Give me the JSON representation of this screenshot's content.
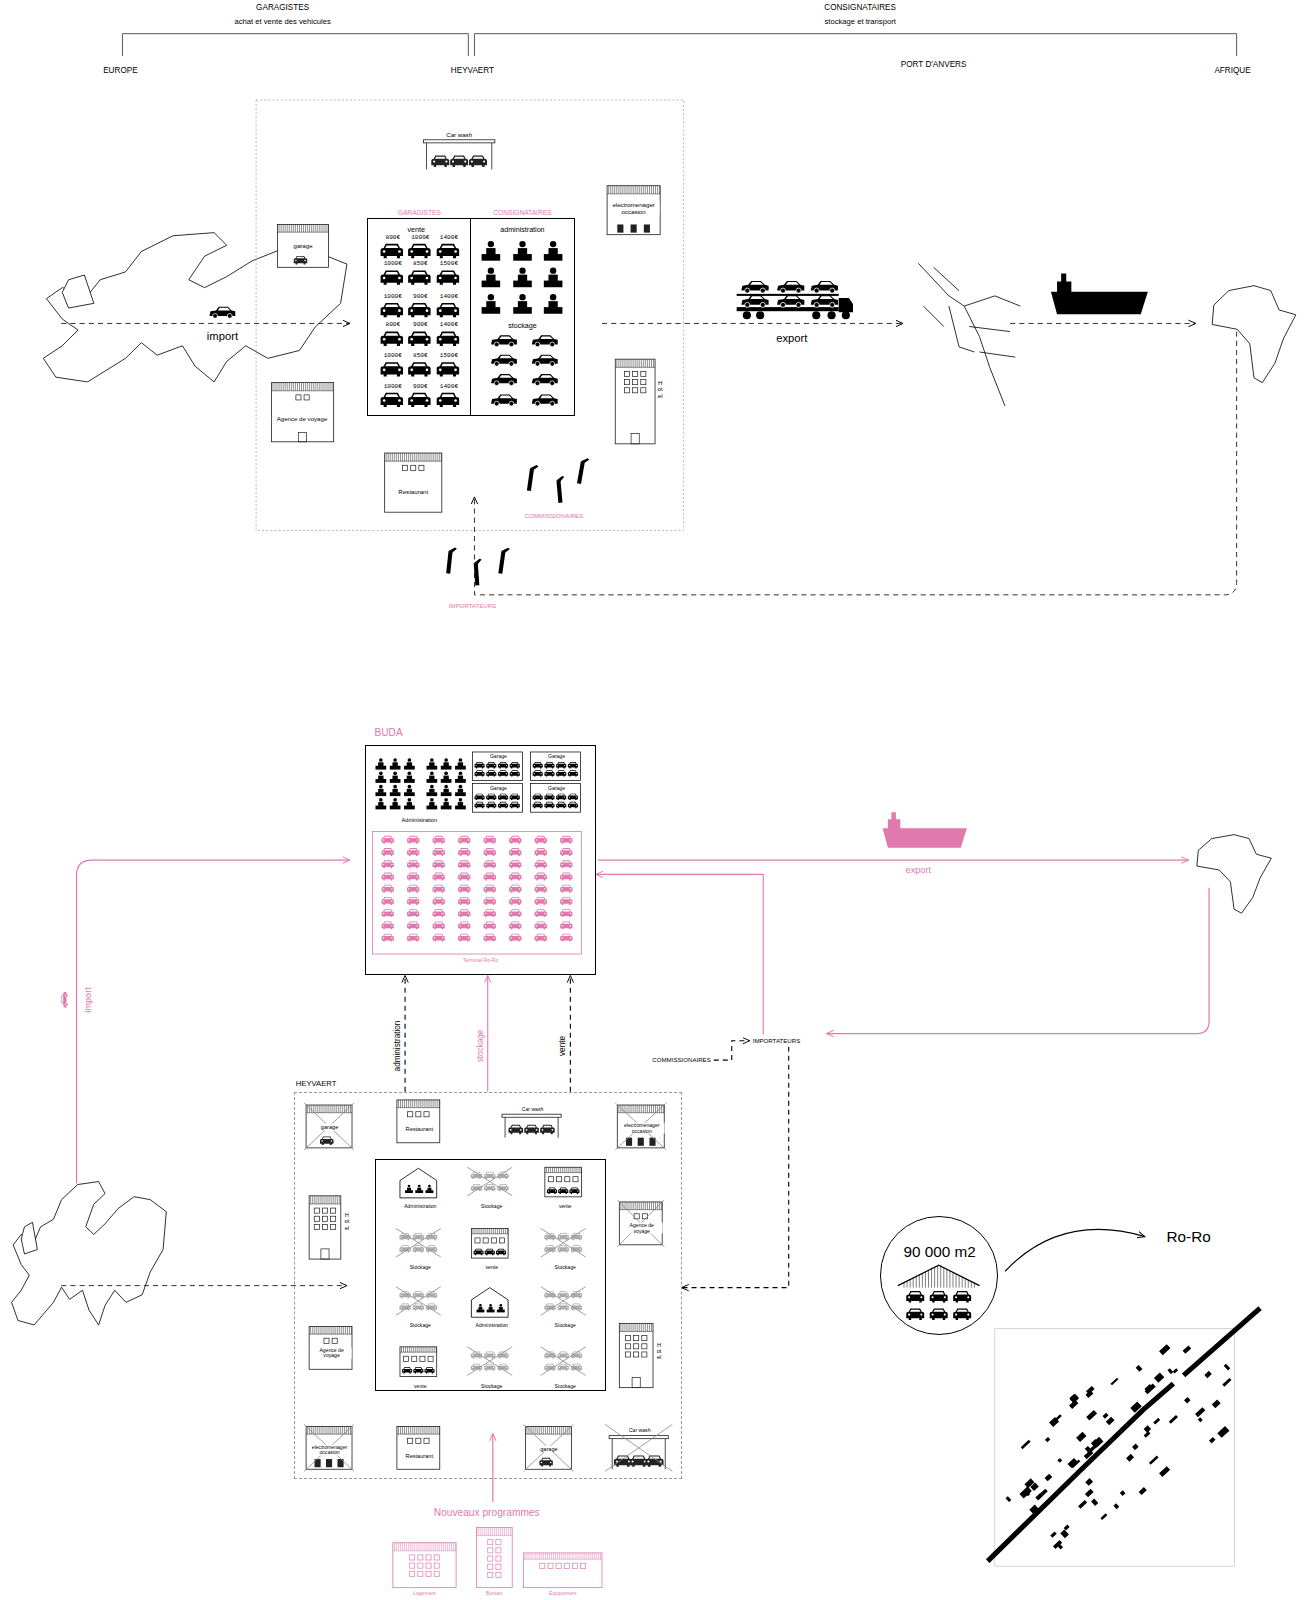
{
  "diagram": {
    "nodes": [
      {
        "text": [
          "GARAGISTES",
          "vente",
          "800€",
          "1000€",
          "1400€",
          "1000€",
          "850€",
          "1500€",
          "1000€",
          "900€",
          "1400€",
          "800€",
          "900€",
          "1400€",
          "1000€",
          "850€",
          "1500€",
          "1000€",
          "900€",
          "1400€"
        ]
      },
      {
        "text": [
          "CONSIGNATAIRES",
          "administration",
          "stockage"
        ]
      },
      {
        "text": [
          "Car wash"
        ]
      },
      {
        "text": [
          "garage"
        ]
      },
      {
        "text": [
          "electromenager occasion"
        ]
      },
      {
        "text": [
          "Agence de voyage"
        ]
      },
      {
        "text": [
          "Restaurant"
        ]
      },
      {
        "text": [
          "Hotel"
        ]
      },
      {
        "text": [
          "BUDA",
          "Administration",
          "Garage",
          "Garage",
          "Garage",
          "Garage",
          "Terminal Ro-Ro"
        ]
      },
      {
        "text": [
          "HEYVAERT"
        ]
      },
      {
        "text": [
          "garage"
        ],
        "in": 9
      },
      {
        "text": [
          "Restaurant"
        ],
        "in": 9
      },
      {
        "text": [
          "Car wash"
        ],
        "in": 9
      },
      {
        "text": [
          "electromenager occasion"
        ],
        "in": 9
      },
      {
        "text": [
          "Hotel"
        ],
        "in": 9
      },
      {
        "text": [
          "Agence de voyage"
        ],
        "in": 9
      },
      {
        "text": [
          "Administration",
          "Stockage",
          "vente",
          "Stockage",
          "vente",
          "Stockage",
          "Stockage",
          "Administration",
          "Stockage",
          "vente",
          "Stockage",
          "Stockage"
        ],
        "in": 9
      },
      {
        "text": [
          "Agence de voyage"
        ],
        "in": 9
      },
      {
        "text": [
          "Hotel"
        ],
        "in": 9
      },
      {
        "text": [
          "electromenager occasion"
        ],
        "in": 9
      },
      {
        "text": [
          "Restaurant"
        ],
        "in": 9
      },
      {
        "text": [
          "garage"
        ],
        "in": 9
      },
      {
        "text": [
          "Car wash"
        ],
        "in": 9
      },
      {
        "text": [
          "COMMISSIONAIRES"
        ]
      },
      {
        "text": [
          "IMPORTATEURS"
        ]
      },
      {
        "text": [
          "Logement"
        ]
      },
      {
        "text": [
          "Bureau"
        ]
      },
      {
        "text": [
          "Equipement"
        ]
      },
      {
        "text": [
          "90 000 m2"
        ]
      }
    ],
    "edges": [
      {
        "from": 9,
        "to": 8,
        "arrow": "to",
        "label": "administration"
      },
      {
        "from": 9,
        "to": 8,
        "arrow": "to",
        "label": "stockage"
      },
      {
        "from": 9,
        "to": 8,
        "arrow": "to",
        "label": "vente"
      },
      {
        "from": 23,
        "to": 24,
        "arrow": "to"
      },
      {
        "from": 24,
        "to": 9,
        "arrow": "to"
      },
      {
        "from": 24,
        "to": 8,
        "arrow": "to"
      }
    ],
    "labels": [
      "GARAGISTES",
      "achat et vente des vehicules",
      "CONSIGNATAIRES",
      "stockage et transport",
      "EUROPE",
      "HEYVAERT",
      "PORT D'ANVERS",
      "AFRIQUE",
      "import",
      "export",
      "COMMISSIONAIRES",
      "IMPORTATEURS",
      "export",
      "import",
      "Nouveaux programmes",
      "Ro-Ro"
    ]
  }
}
